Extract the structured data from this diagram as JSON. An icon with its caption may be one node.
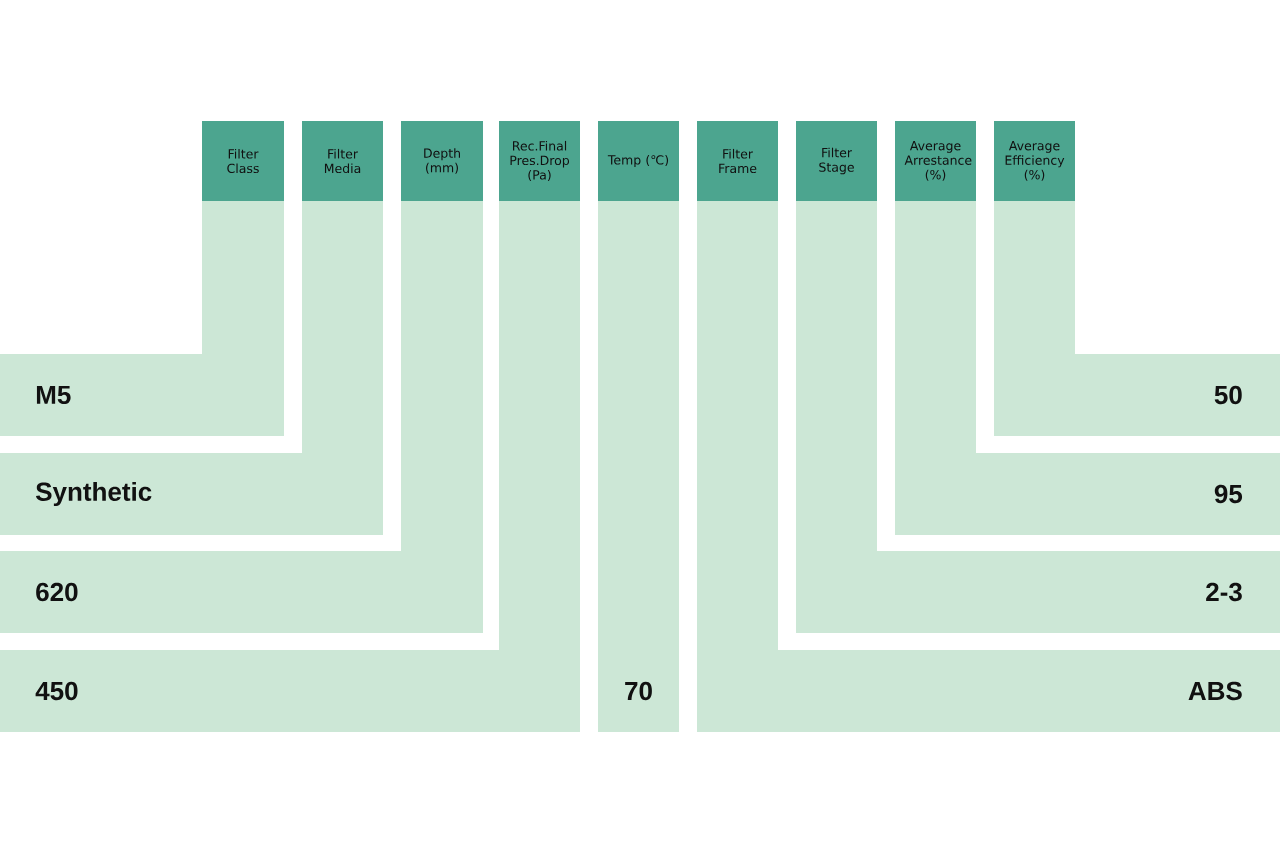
{
  "diagram": {
    "nodes": [
      {
        "text": [
          "Filter Class",
          "M5"
        ]
      },
      {
        "text": [
          "Filter Media",
          "Synthetic"
        ]
      },
      {
        "text": [
          "Depth (mm)",
          "620"
        ]
      },
      {
        "text": [
          "Rec.Final Pres.Drop (Pa)",
          "450"
        ]
      },
      {
        "text": [
          "Temp (℃)",
          "70"
        ]
      },
      {
        "text": [
          "Filter Frame",
          "ABS"
        ]
      },
      {
        "text": [
          "Filter Stage",
          "2-3"
        ]
      },
      {
        "text": [
          "Average Arrestance (%)",
          "95"
        ]
      },
      {
        "text": [
          "Average Efficiency (%)",
          "50"
        ]
      }
    ]
  }
}
